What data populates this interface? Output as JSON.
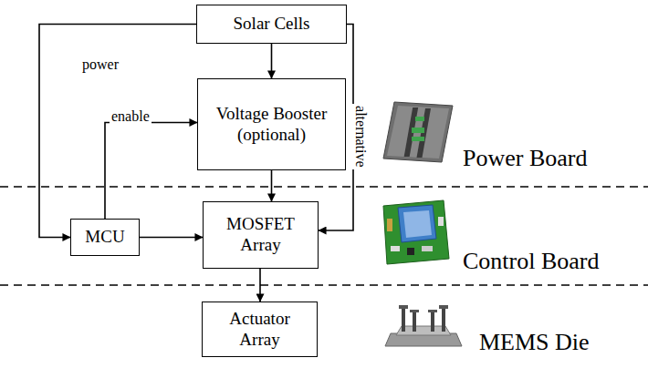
{
  "diagram": {
    "nodes": [
      {
        "text": [
          "Solar Cells"
        ]
      },
      {
        "text": [
          "Voltage Booster (optional)"
        ]
      },
      {
        "text": [
          "MCU"
        ]
      },
      {
        "text": [
          "MOSFET Array"
        ]
      },
      {
        "text": [
          "Actuator Array"
        ]
      }
    ],
    "edges": [
      {
        "from": 0,
        "to": 2,
        "label": "power",
        "arrow": "to"
      },
      {
        "from": 0,
        "to": 1,
        "arrow": "to"
      },
      {
        "from": 0,
        "to": 3,
        "label": "alternative",
        "arrow": "to"
      },
      {
        "from": 2,
        "to": 1,
        "label": "enable",
        "arrow": "to"
      },
      {
        "from": 1,
        "to": 3,
        "arrow": "to"
      },
      {
        "from": 2,
        "to": 3,
        "arrow": "to"
      },
      {
        "from": 3,
        "to": 4,
        "arrow": "to"
      }
    ],
    "labels": [
      "Power Board",
      "Control Board",
      "MEMS Die"
    ]
  }
}
